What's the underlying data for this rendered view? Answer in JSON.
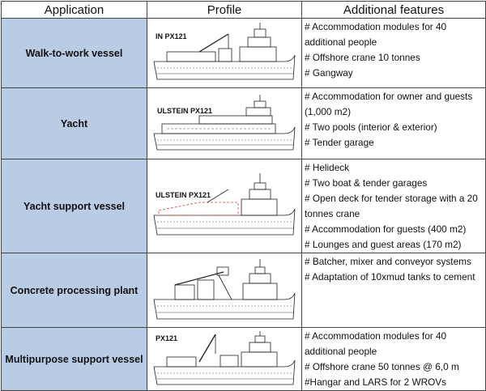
{
  "headers": {
    "application": "Application",
    "profile": "Profile",
    "features": "Additional features"
  },
  "rows": [
    {
      "application": "Walk-to-work vessel",
      "ship_label": "IN PX121",
      "features": [
        "# Accommodation modules for 40",
        "additional people",
        "# Offshore crane 10 tonnes",
        "# Gangway"
      ]
    },
    {
      "application": "Yacht",
      "ship_label": "ULSTEIN PX121",
      "features": [
        "# Accommodation for owner and guests",
        "(1,000 m2)",
        "# Two  pools (interior & exterior)",
        "# Tender garage"
      ]
    },
    {
      "application": "Yacht support vessel",
      "ship_label": "ULSTEIN PX121",
      "features": [
        "# Helideck",
        "# Two boat & tender garages",
        "# Open deck for tender storage with a 20",
        "tonnes crane",
        "# Accommodation for guests (400 m2)",
        "# Lounges and guest areas (170 m2)"
      ]
    },
    {
      "application": "Concrete processing plant",
      "ship_label": "",
      "features": [
        "# Batcher, mixer and conveyor systems",
        "# Adaptation of 10xmud tanks to cement"
      ]
    },
    {
      "application": "Multipurpose support vessel",
      "ship_label": "PX121",
      "features": [
        "# Accommodation modules for 40",
        "additional people",
        "# Offshore crane 50 tonnes @ 6,0 m",
        "#Hangar and LARS for 2 WROVs"
      ]
    }
  ]
}
